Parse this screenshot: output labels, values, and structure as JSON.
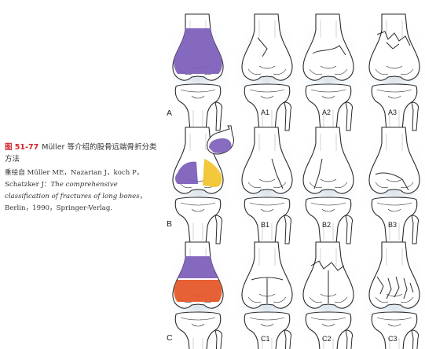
{
  "caption": {
    "figure_number": "图 51-77",
    "title": "Müller 等介绍的股骨远端骨折分类方法",
    "credit_lead": "重绘自 Müller ME，Nazarian J，koch P，Schatzker J：",
    "credit_book": "The comprehensive classification of fractures of long bones",
    "credit_tail": "，Berlin，1990，Springer-Verlag."
  },
  "labels": {
    "A": "A",
    "A1": "A1",
    "A2": "A2",
    "A3": "A3",
    "B": "B",
    "B1": "B1",
    "B2": "B2",
    "B3": "B3",
    "C": "C",
    "C1": "C1",
    "C2": "C2",
    "C3": "C3"
  },
  "colors": {
    "purple": "#7b5cb8",
    "yellow": "#f2c531",
    "orange": "#e5592a",
    "caption_red": "#d2232a",
    "bone_shade": "#dde6ee"
  }
}
